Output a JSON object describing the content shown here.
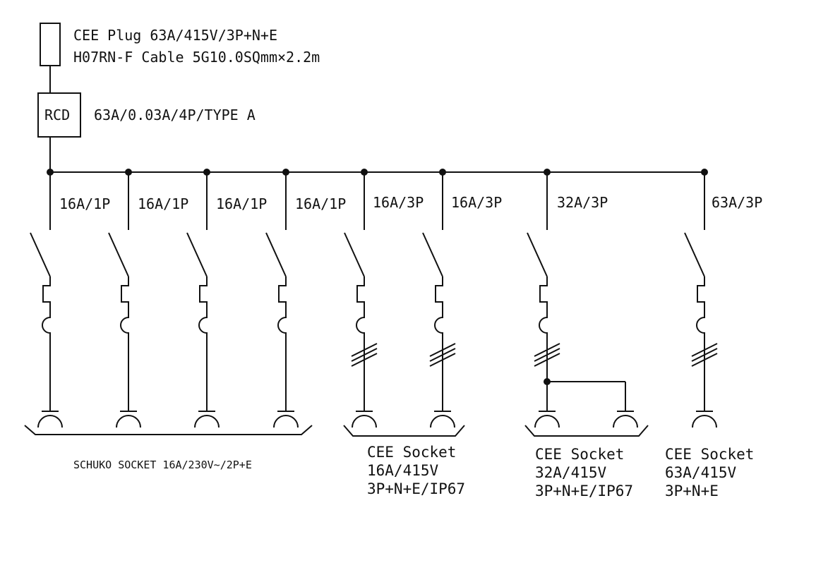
{
  "colors": {
    "ink": "#111111",
    "background": "#ffffff"
  },
  "plug": {
    "line1": "CEE Plug 63A/415V/3P+N+E",
    "line2": "H07RN-F Cable 5G10.0SQmm×2.2m"
  },
  "rcd": {
    "box_label": "RCD",
    "rating": "63A/0.03A/4P/TYPE A"
  },
  "breakers": [
    {
      "rating": "16A/1P"
    },
    {
      "rating": "16A/1P"
    },
    {
      "rating": "16A/1P"
    },
    {
      "rating": "16A/1P"
    },
    {
      "rating": "16A/3P"
    },
    {
      "rating": "16A/3P"
    },
    {
      "rating": "32A/3P"
    },
    {
      "rating": "63A/3P"
    }
  ],
  "socket_groups": [
    {
      "lines": [
        "SCHUKO SOCKET 16A/230V~/2P+E"
      ]
    },
    {
      "lines": [
        "CEE Socket",
        "16A/415V",
        "3P+N+E/IP67"
      ]
    },
    {
      "lines": [
        "CEE Socket",
        "32A/415V",
        "3P+N+E/IP67"
      ]
    },
    {
      "lines": [
        "CEE Socket",
        "63A/415V",
        "3P+N+E"
      ]
    }
  ]
}
